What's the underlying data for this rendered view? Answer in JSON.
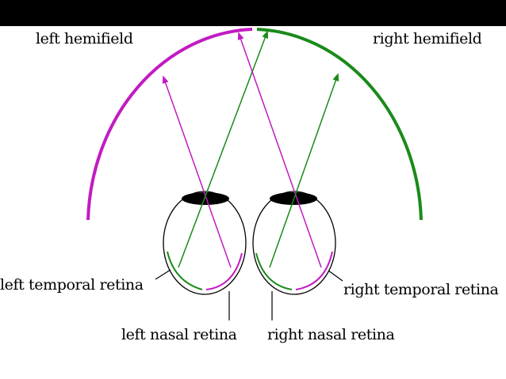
{
  "labels": {
    "left_hemifield": "left hemifield",
    "right_hemifield": "right hemifield",
    "left_temporal_retina": "left temporal retina",
    "right_temporal_retina": "right temporal retina",
    "left_nasal_retina": "left nasal retina",
    "right_nasal_retina": "right nasal retina"
  },
  "colors": {
    "left_hemifield": "#c21bc2",
    "right_hemifield": "#1a8a1a",
    "background": "#ffffff",
    "top_bar": "#000000"
  }
}
